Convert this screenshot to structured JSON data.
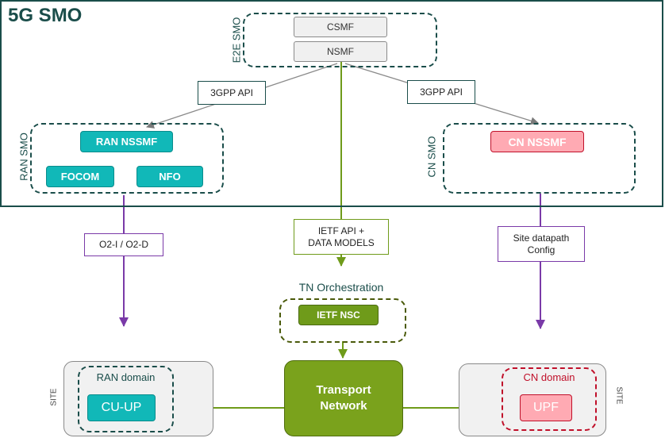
{
  "smo": {
    "title": "5G SMO"
  },
  "e2e_smo": {
    "label": "E2E SMO",
    "csmf": "CSMF",
    "nsmf": "NSMF"
  },
  "ran_smo": {
    "label": "RAN SMO",
    "ran_nssmf": "RAN NSSMF",
    "focom": "FOCOM",
    "nfo": "NFO"
  },
  "cn_smo": {
    "label": "CN SMO",
    "cn_nssmf": "CN NSSMF"
  },
  "apis": {
    "left_3gpp": "3GPP API",
    "right_3gpp": "3GPP API",
    "o2": "O2-I / O2-D",
    "ietf_line1": "IETF API +",
    "ietf_line2": "DATA MODELS",
    "site_line1": "Site datapath",
    "site_line2": "Config"
  },
  "tn": {
    "title": "TN Orchestration",
    "ietf_nsc": "IETF NSC"
  },
  "transport": {
    "line1": "Transport",
    "line2": "Network"
  },
  "ran_site": {
    "site_label": "SITE",
    "domain": "RAN domain",
    "cu_up": "CU-UP"
  },
  "cn_site": {
    "site_label": "SITE",
    "domain": "CN domain",
    "upf": "UPF"
  },
  "colors": {
    "teal_dark": "#1a4d4a",
    "teal": "#11b8b8",
    "pink": "#ffaab3",
    "red": "#c0102a",
    "olive": "#6f9b1a",
    "purple": "#7a3aa8",
    "grey_connector": "#8a8a8a"
  }
}
